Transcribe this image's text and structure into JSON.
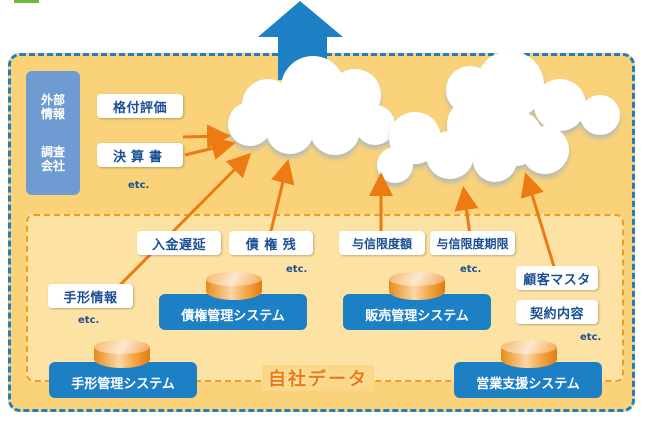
{
  "external": {
    "box_lines": [
      "外部",
      "情報",
      "調査",
      "会社"
    ],
    "items": [
      "格付評価",
      "決算書"
    ],
    "etc": "etc."
  },
  "internal": {
    "section_label": "自社データ",
    "labels": {
      "nyukin_chien": "入金遅延",
      "saiken_zan": "債 権 残",
      "tegata_joho": "手形情報",
      "yoshin_gendogaku": "与信限度額",
      "yoshin_gendo_kigen": "与信限度期限",
      "kokyaku_master": "顧客マスタ",
      "keiyaku_naiyo": "契約内容"
    },
    "etc": "etc.",
    "systems": [
      "手形管理システム",
      "債権管理システム",
      "販売管理システム",
      "営業支援システム"
    ]
  },
  "colors": {
    "outer_border": "#1d7fc4",
    "outer_fill": "#f9d27a",
    "inner_fill": "#fde3a3",
    "inner_border": "#f29b1e",
    "arrow": "#ed7a12",
    "system_box": "#1d7fc4",
    "label_text": "#1a4f94"
  }
}
